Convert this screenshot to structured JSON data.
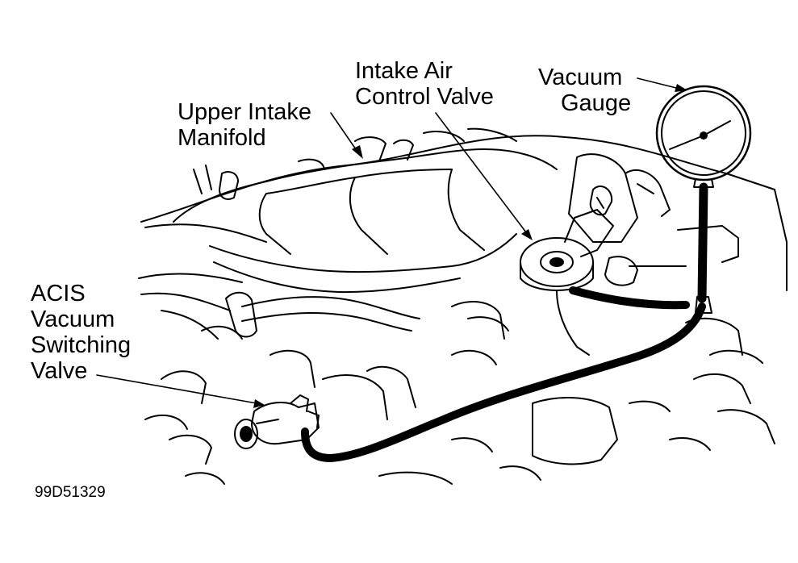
{
  "labels": {
    "upper_intake_manifold": [
      "Upper Intake",
      "Manifold"
    ],
    "intake_air_control_valve": [
      "Intake Air",
      "Control Valve"
    ],
    "vacuum_gauge": [
      "Vacuum",
      "Gauge"
    ],
    "acis_valve": [
      "ACIS",
      "Vacuum",
      "Switching",
      "Valve"
    ]
  },
  "figure_id": "99D51329",
  "colors": {
    "ink": "#000000",
    "background": "#ffffff"
  }
}
